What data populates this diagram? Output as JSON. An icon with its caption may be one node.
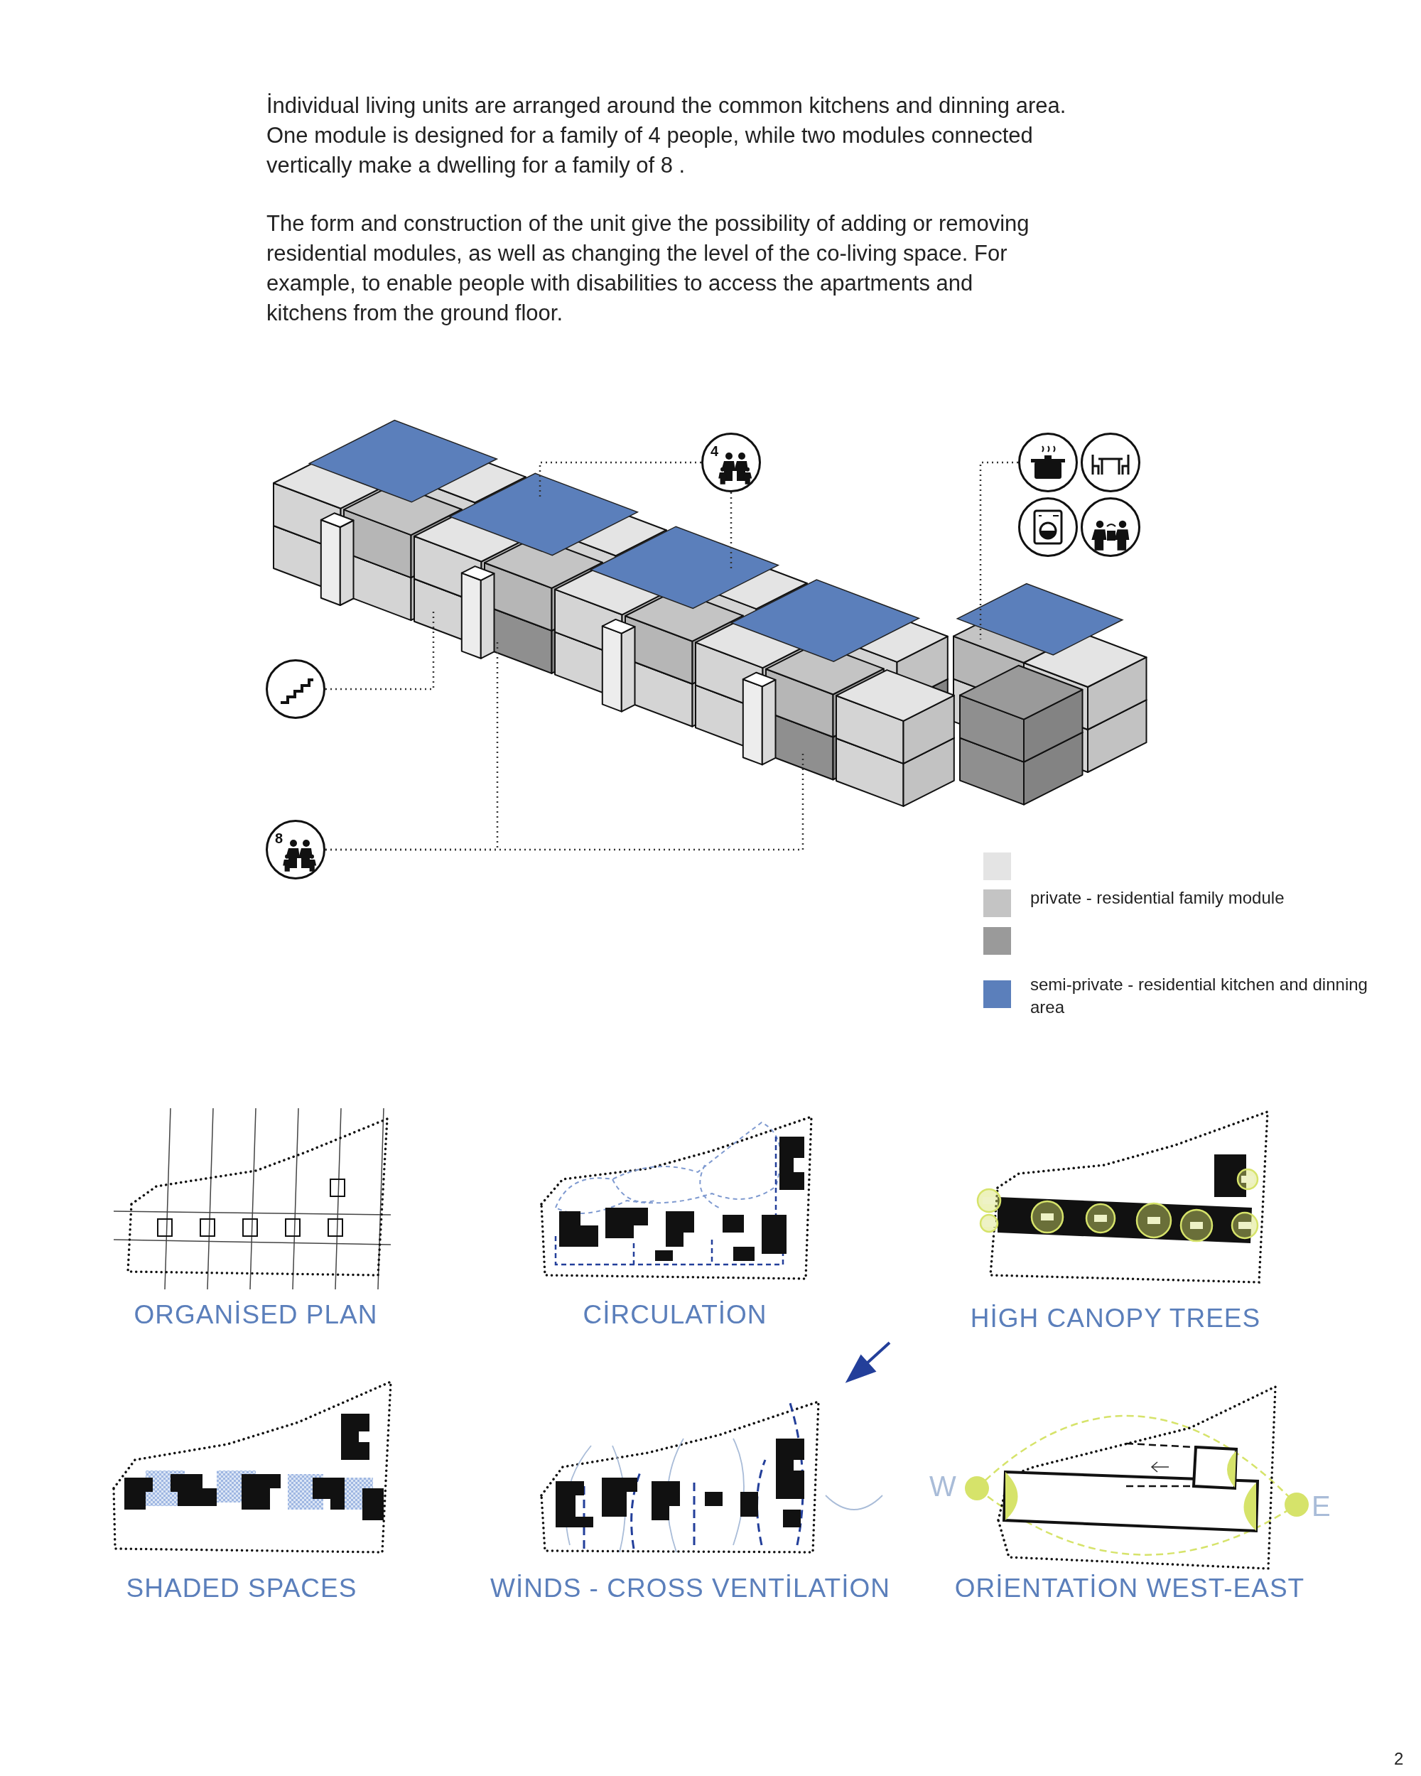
{
  "diagram": {
    "nodes": [
      {
        "text": [
          "4"
        ]
      },
      {
        "text": [],
        "shape": "circle"
      },
      {
        "text": [],
        "shape": "circle"
      },
      {
        "text": [],
        "shape": "circle"
      },
      {
        "text": [],
        "shape": "circle"
      },
      {
        "text": [],
        "shape": "circle"
      },
      {
        "text": [
          "8"
        ]
      }
    ],
    "edges": [
      {
        "from": 0,
        "to": null,
        "arrow": "none"
      },
      {
        "from": 0,
        "to": null,
        "arrow": "none"
      },
      {
        "from": 1,
        "to": null,
        "arrow": "none"
      },
      {
        "from": 5,
        "to": null,
        "arrow": "none"
      },
      {
        "from": 6,
        "to": null,
        "arrow": "none"
      },
      {
        "from": 6,
        "to": null,
        "arrow": "none"
      }
    ],
    "labels": [
      "İndividual living units are arranged around the common kitchens and dinning area. One module is designed for a family of 4 people, while two modules connected vertically make a dwelling for a family of 8 .",
      "The form and construction of the unit give the possibility of adding or removing residential modules, as well as changing the level of the co-living space. For example, to enable people with disabilities to access the apartments and kitchens from the ground floor.",
      "ORGANİSED PLAN",
      "CİRCULATİON",
      "HİGH CANOPY TREES",
      "W",
      "E",
      "SHADED SPACES",
      "WİNDS - CROSS VENTİLATİON",
      "ORİENTATİON WEST-EAST",
      "2"
    ],
    "legend": [
      {
        "text": "private - residential family module",
        "color": "#c4c4c4"
      },
      {
        "text": "semi-private - residential kitchen and dinning area",
        "color": "#5b7fbb"
      }
    ]
  }
}
